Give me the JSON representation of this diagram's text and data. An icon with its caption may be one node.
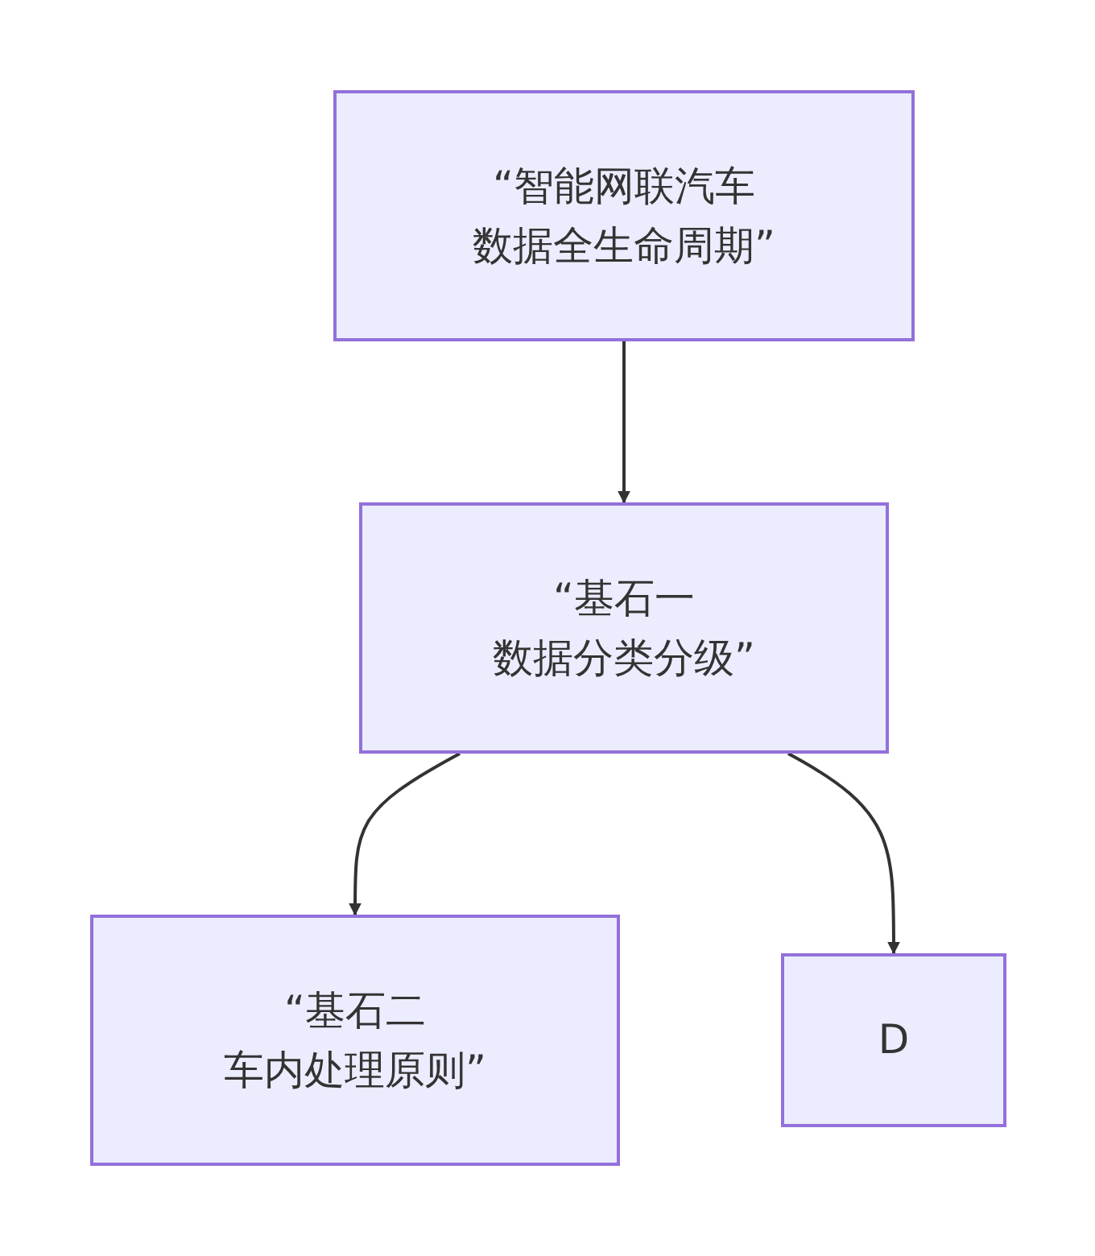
{
  "diagram": {
    "nodes": [
      {
        "text": [
          "“智能网联汽车数据全生命周期”"
        ]
      },
      {
        "text": [
          "“基石一数据分类分级”"
        ]
      },
      {
        "text": [
          "“基石二车内处理原则”"
        ]
      },
      {
        "text": [
          "D"
        ]
      }
    ],
    "edges": [
      {
        "from": 0,
        "to": 1,
        "arrow": "to"
      },
      {
        "from": 1,
        "to": 2,
        "arrow": "to"
      },
      {
        "from": 1,
        "to": 3,
        "arrow": "to"
      }
    ]
  }
}
